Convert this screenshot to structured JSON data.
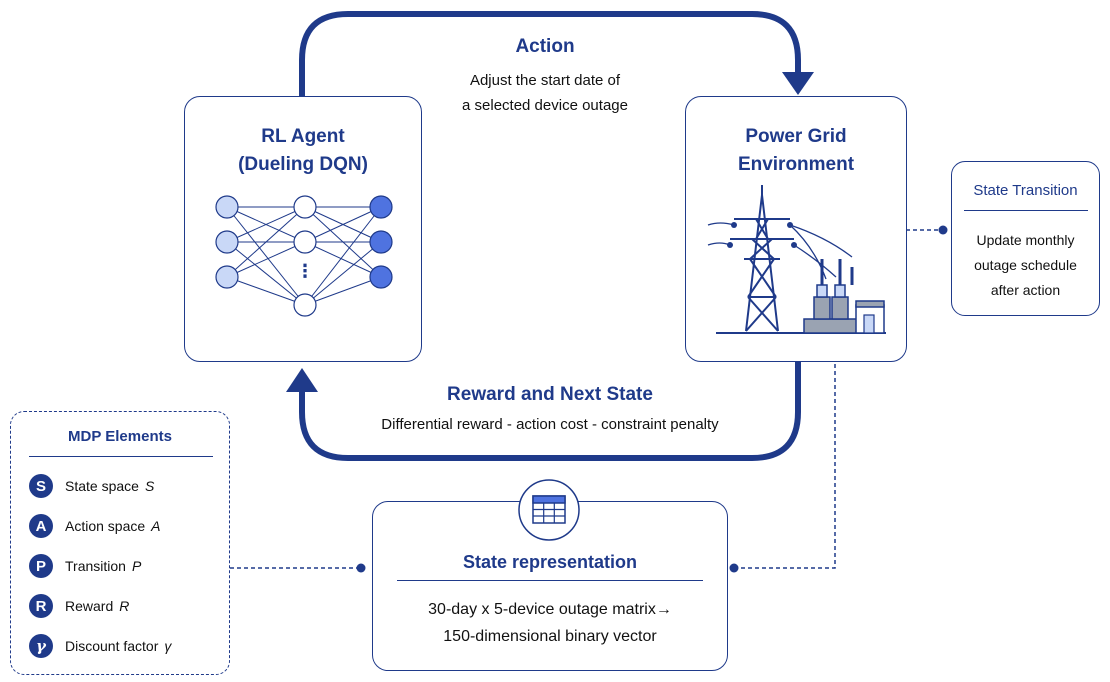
{
  "action": {
    "title": "Action",
    "line1": "Adjust the start date of",
    "line2": "a selected device outage"
  },
  "agent": {
    "title_line1": "RL Agent",
    "title_line2": "(Dueling DQN)",
    "hidden_ellipsis": "⋮"
  },
  "environment": {
    "title_line1": "Power Grid",
    "title_line2": "Environment"
  },
  "transition": {
    "title": "State Transition",
    "line1": "Update monthly",
    "line2": "outage schedule",
    "line3": "after action"
  },
  "reward": {
    "title": "Reward and Next State",
    "formula": "Differential reward - action cost - constraint penalty"
  },
  "mdp": {
    "title": "MDP Elements",
    "items": [
      {
        "badge": "S",
        "label": "State space",
        "symbol": "S"
      },
      {
        "badge": "A",
        "label": "Action space",
        "symbol": "A"
      },
      {
        "badge": "P",
        "label": "Transition",
        "symbol": "P"
      },
      {
        "badge": "R",
        "label": "Reward",
        "symbol": "R"
      },
      {
        "badge": "γ",
        "label": "Discount factor",
        "symbol": "γ"
      }
    ]
  },
  "state": {
    "title": "State representation",
    "line1": "30-day x 5-device outage matrix→",
    "line2": "150-dimensional binary vector"
  },
  "colors": {
    "primary": "#1f3a8a",
    "node_light": "#c9d8f7",
    "node_dark": "#4f73e0",
    "grey": "#9aa3b2"
  }
}
